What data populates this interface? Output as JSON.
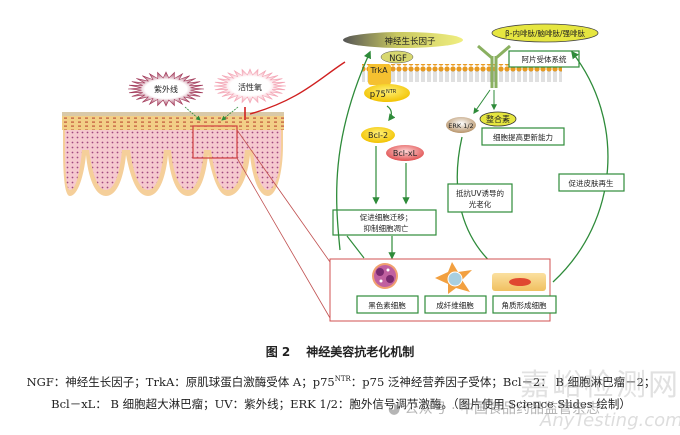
{
  "figure": {
    "skin": {
      "stressors": [
        {
          "label": "紫外线",
          "color": "#a23a5a"
        },
        {
          "label": "活性氧",
          "color": "#f0a0b0"
        }
      ]
    },
    "pathway_left": {
      "ngf_factor": "神经生长因子",
      "ngf": "NGF",
      "trka": "TrkA",
      "p75": "p75",
      "p75_sup": "NTR",
      "bcl2": "Bcl-2",
      "bclxl": "Bcl-xL",
      "outcome": [
        "促进细胞迁移；",
        "抑制细胞凋亡"
      ]
    },
    "pathway_right": {
      "peptides": "β-内啡肽/脑啡肽/强啡肽",
      "opioid_system": "阿片受体系统",
      "erk": "ERK 1/2",
      "integrin": "整合素",
      "renewal": "细胞提高更新能力",
      "anti_uv": [
        "抵抗UV诱导的",
        "光老化"
      ],
      "regeneration": "促进皮肤再生"
    },
    "cells": [
      {
        "label": "黑色素细胞",
        "icon": "melanocyte"
      },
      {
        "label": "成纤维细胞",
        "icon": "fibroblast"
      },
      {
        "label": "角质形成细胞",
        "icon": "keratinocyte"
      }
    ],
    "colors": {
      "arrow_green": "#2e8b3a",
      "inhibit_red": "#d02020",
      "zoom_box": "#d04040"
    }
  },
  "caption": {
    "number": "图 2",
    "title": "神经美容抗老化机制",
    "note_line1_a": "NGF：神经生长因子；TrkA：原肌球蛋白激酶受体 A；p75",
    "note_line1_sup": "NTR",
    "note_line1_b": "：p75 泛神经营养因子受体；Bcl－2： B 细胞淋巴瘤－2；",
    "note_line2": "Bcl－xL： B 细胞超大淋巴瘤；UV：紫外线；ERK 1/2：胞外信号调节激酶。（图片使用 Science Slides 绘制）"
  },
  "watermark": {
    "account": "公众号 · 中国食品药品监管杂志",
    "site_cn": "嘉峪检测网",
    "site_en": "AnyTesting.com"
  }
}
